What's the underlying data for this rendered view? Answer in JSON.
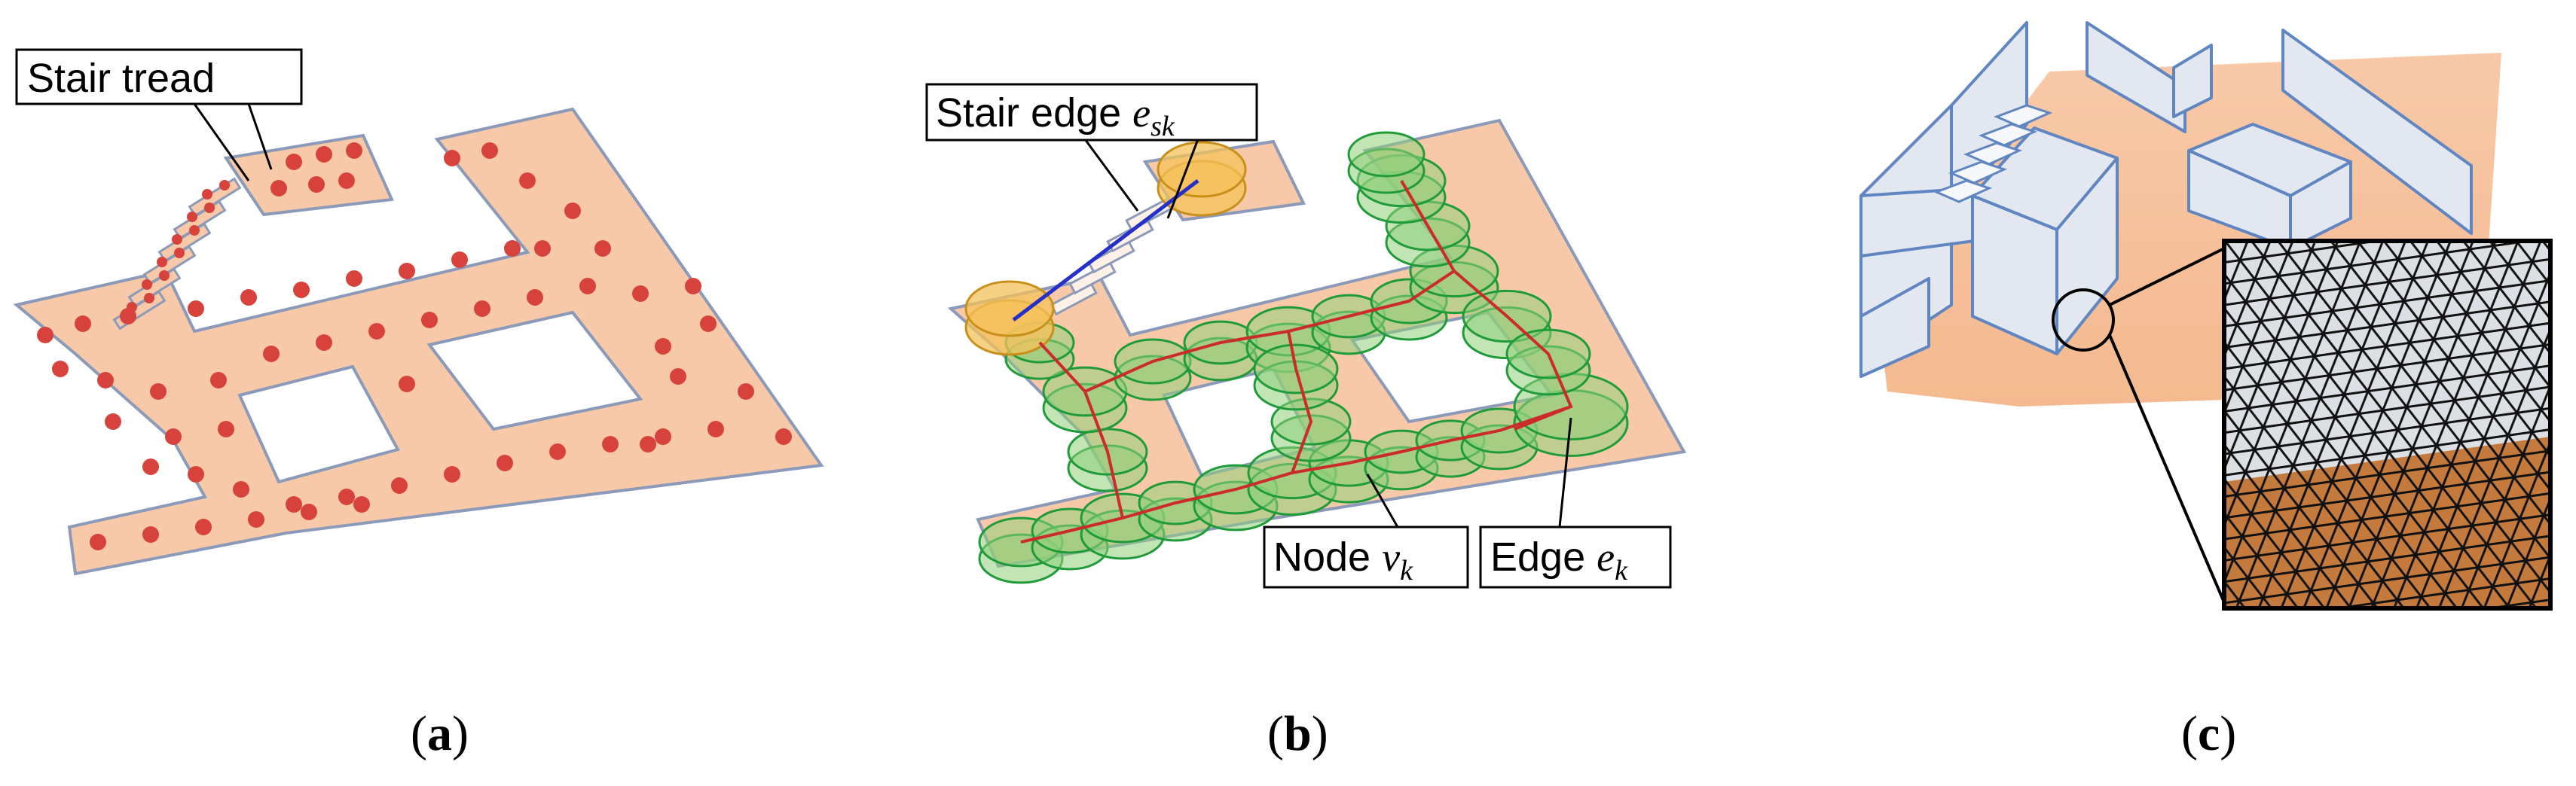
{
  "panels": [
    {
      "id": "a",
      "caption": {
        "open": "(",
        "letter": "a",
        "close": ")"
      },
      "callouts": [
        {
          "text": "Stair tread"
        }
      ]
    },
    {
      "id": "b",
      "caption": {
        "open": "(",
        "letter": "b",
        "close": ")"
      },
      "callouts": [
        {
          "text": "Stair edge ",
          "symbol": "e",
          "subscript": "sk"
        },
        {
          "text": "Node ",
          "symbol": "v",
          "subscript": "k"
        },
        {
          "text": "Edge ",
          "symbol": "e",
          "subscript": "k"
        }
      ]
    },
    {
      "id": "c",
      "caption": {
        "open": "(",
        "letter": "c",
        "close": ")"
      }
    }
  ],
  "colors": {
    "floor": "#f8c9a8",
    "floor_edge": "#8a9ab8",
    "dot": "#d8423c",
    "node_fill": "#8fcf7a",
    "node_stroke": "#1f9b3a",
    "stair_node_fill": "#f4c25a",
    "stair_node_stroke": "#c8901a",
    "path_red": "#cc2b2b",
    "stair_edge_blue": "#2430c8",
    "wall_fill": "#e3e8f0",
    "wall_edge": "#5f86c0",
    "mesh_top": "#dcdfe4",
    "mesh_bottom": "#c47a3c"
  }
}
